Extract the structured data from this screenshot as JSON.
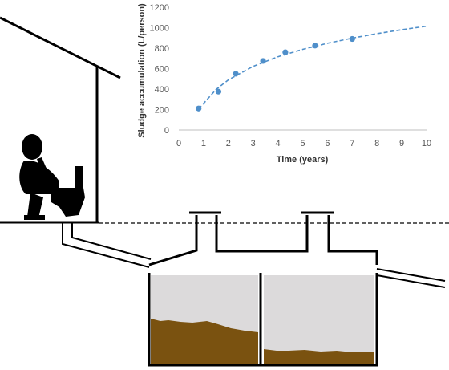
{
  "colors": {
    "line": "#000000",
    "sludge": "#7a5210",
    "tank_water": "#dcdadb",
    "series": "#4f8fca",
    "axis": "#bfbfbf",
    "tick_text": "#555555",
    "label_text": "#333333"
  },
  "icons": {
    "person": "person-on-toilet-icon",
    "house": "house-outline"
  },
  "chart_data": {
    "type": "scatter",
    "title": "",
    "xlabel": "Time (years)",
    "ylabel": "Sludge accumulation (L/person)",
    "xlim": [
      0,
      10
    ],
    "ylim": [
      0,
      1200
    ],
    "xticks": [
      "0",
      "1",
      "2",
      "3",
      "4",
      "5",
      "6",
      "7",
      "8",
      "9",
      "10"
    ],
    "yticks": [
      "0",
      "200",
      "400",
      "600",
      "800",
      "1000",
      "1200"
    ],
    "grid": false,
    "legend": "none",
    "series": [
      {
        "kind": "markers",
        "x": [
          0.8,
          1.6,
          2.3,
          3.4,
          4.3,
          5.5,
          7.0
        ],
        "y": [
          210,
          375,
          550,
          675,
          760,
          825,
          890
        ]
      },
      {
        "kind": "trendline-dashed",
        "x": [
          0.8,
          1.5,
          2.0,
          3.0,
          4.0,
          5.0,
          6.0,
          7.0,
          8.0,
          9.0,
          10.0
        ],
        "y": [
          205,
          395,
          490,
          622,
          716,
          788,
          848,
          898,
          942,
          980,
          1015
        ]
      }
    ]
  }
}
